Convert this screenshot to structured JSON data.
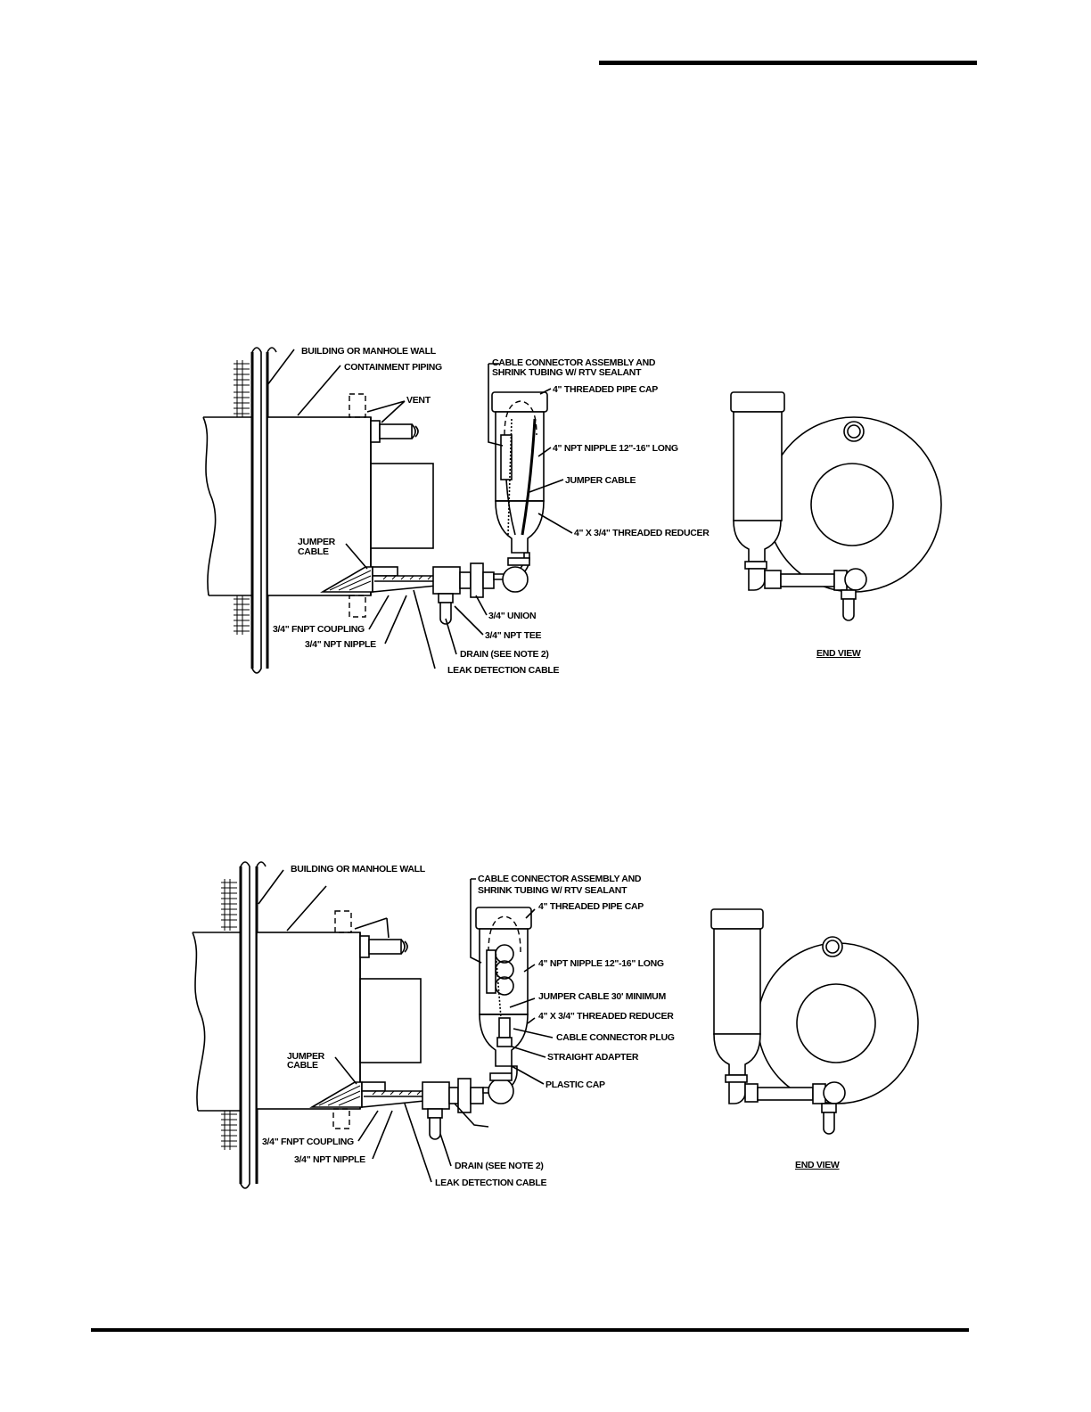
{
  "figure1": {
    "labels": {
      "wall": "BUILDING OR MANHOLE WALL",
      "containment": "CONTAINMENT PIPING",
      "vent": "VENT",
      "connector_line1": "CABLE CONNECTOR ASSEMBLY AND",
      "connector_line2": "SHRINK TUBING W/ RTV SEALANT",
      "pipe_cap": "4\" THREADED PIPE CAP",
      "nipple": "4\" NPT NIPPLE 12\"-16\" LONG",
      "jumper_cable": "JUMPER CABLE",
      "reducer": "4\" X 3/4\" THREADED REDUCER",
      "jumper_left_line1": "JUMPER",
      "jumper_left_line2": "CABLE",
      "union": "3/4\" UNION",
      "tee": "3/4\" NPT TEE",
      "coupling": "3/4\" FNPT COUPLING",
      "npt_nipple": "3/4\" NPT NIPPLE",
      "drain": "DRAIN (SEE NOTE 2)",
      "leak_cable": "LEAK DETECTION CABLE",
      "end_view": "END VIEW"
    }
  },
  "figure2": {
    "labels": {
      "wall": "BUILDING OR MANHOLE WALL",
      "connector_line1": "CABLE CONNECTOR ASSEMBLY AND",
      "connector_line2": "SHRINK TUBING W/ RTV SEALANT",
      "pipe_cap": "4\" THREADED PIPE CAP",
      "nipple": "4\" NPT NIPPLE 12\"-16\" LONG",
      "jumper_cable": "JUMPER CABLE 30' MINIMUM",
      "reducer": "4\" X 3/4\" THREADED REDUCER",
      "plug": "CABLE CONNECTOR PLUG",
      "adapter": "STRAIGHT ADAPTER",
      "plastic_cap": "PLASTIC CAP",
      "jumper_left_line1": "JUMPER",
      "jumper_left_line2": "CABLE",
      "coupling": "3/4\" FNPT COUPLING",
      "npt_nipple": "3/4\" NPT NIPPLE",
      "drain": "DRAIN (SEE NOTE 2)",
      "leak_cable": "LEAK DETECTION CABLE",
      "end_view": "END VIEW"
    }
  }
}
